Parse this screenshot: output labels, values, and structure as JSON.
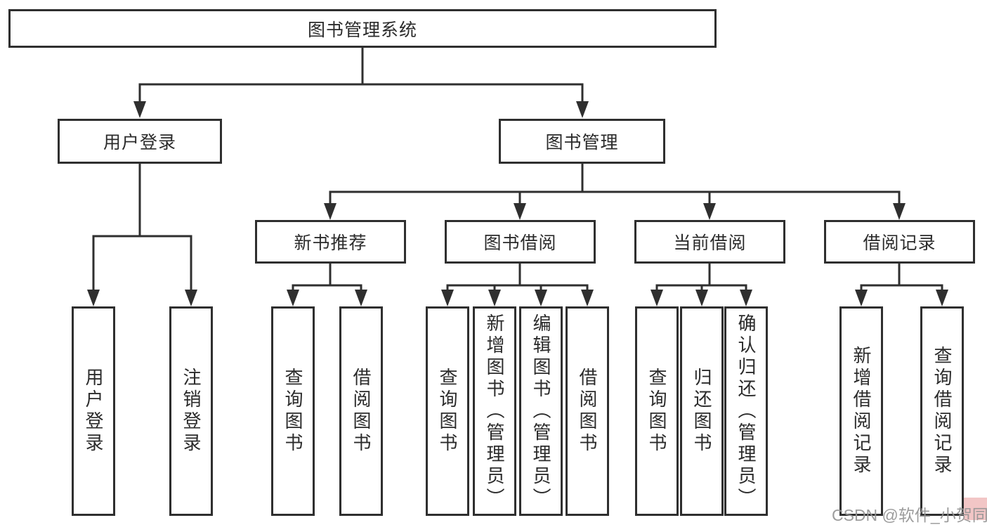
{
  "tree": {
    "label": "图书管理系统",
    "children": [
      {
        "label": "用户登录",
        "children": [
          {
            "label": "用户登录"
          },
          {
            "label": "注销登录"
          }
        ]
      },
      {
        "label": "图书管理",
        "children": [
          {
            "label": "新书推荐",
            "children": [
              {
                "label": "查询图书"
              },
              {
                "label": "借阅图书"
              }
            ]
          },
          {
            "label": "图书借阅",
            "children": [
              {
                "label": "查询图书"
              },
              {
                "label": "新增图书（管理员）"
              },
              {
                "label": "编辑图书（管理员）"
              },
              {
                "label": "借阅图书"
              }
            ]
          },
          {
            "label": "当前借阅",
            "children": [
              {
                "label": "查询图书"
              },
              {
                "label": "归还图书"
              },
              {
                "label": "确认归还（管理员）"
              }
            ]
          },
          {
            "label": "借阅记录",
            "children": [
              {
                "label": "新增借阅记录"
              },
              {
                "label": "查询借阅记录"
              }
            ]
          }
        ]
      }
    ]
  },
  "watermark": {
    "text": "CSDN @软件_小贺同学"
  },
  "colors": {
    "line": "#2f2f2f",
    "node_border": "#2f2f2f",
    "node_text": "#2b2b2b",
    "background": "#ffffff",
    "watermark_text": "#949494",
    "watermark_highlight": "#edb3b3"
  }
}
